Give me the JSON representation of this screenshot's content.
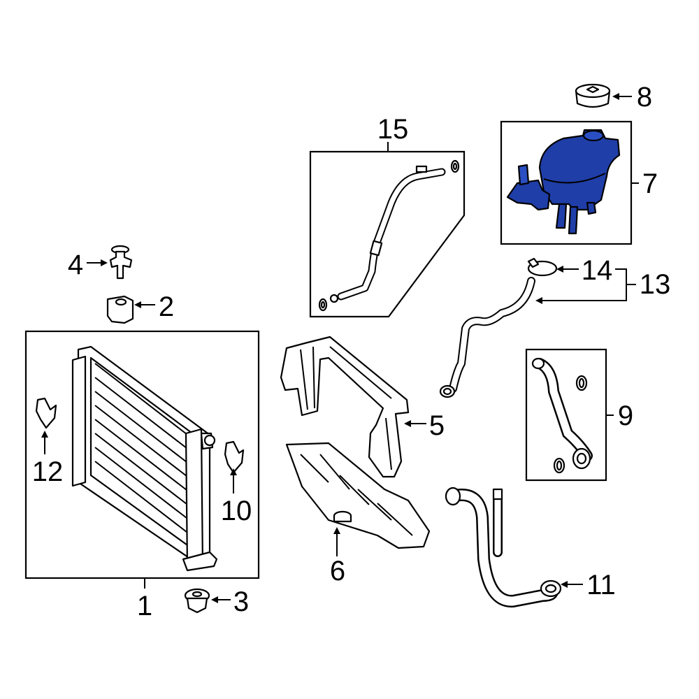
{
  "diagram": {
    "highlight_color": "#1f3ea8",
    "highlighted_part": "7",
    "callouts": {
      "c1": "1",
      "c2": "2",
      "c3": "3",
      "c4": "4",
      "c5": "5",
      "c6": "6",
      "c7": "7",
      "c8": "8",
      "c9": "9",
      "c10": "10",
      "c11": "11",
      "c12": "12",
      "c13": "13",
      "c14": "14",
      "c15": "15"
    }
  }
}
